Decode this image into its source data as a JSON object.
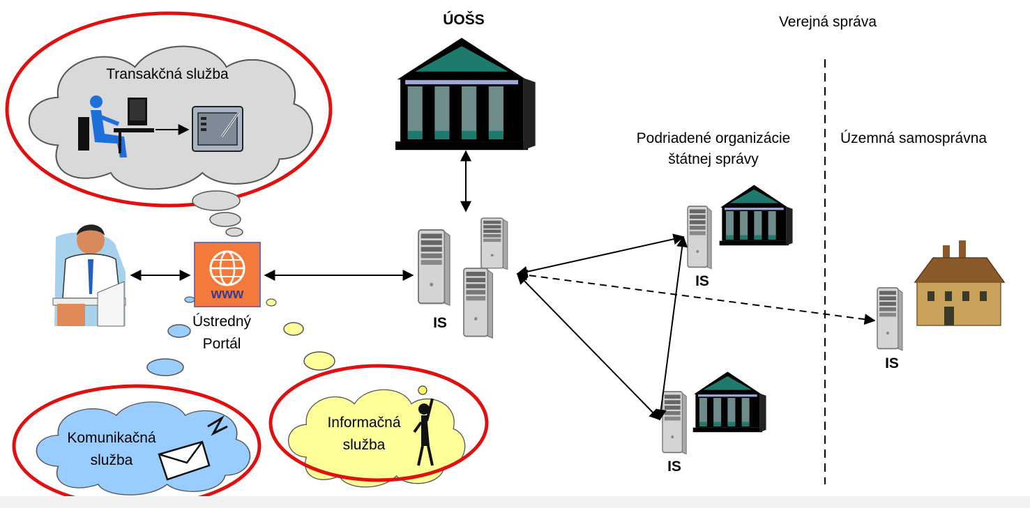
{
  "labels": {
    "uoss": "ÚOŠS",
    "public_admin": "Verejná správa",
    "subordinate_line1": "Podriadené organizácie",
    "subordinate_line2": "štátnej správy",
    "territorial": "Územná samosprávna",
    "portal_line1": "Ústredný",
    "portal_line2": "Portál",
    "www": "www",
    "is": "IS"
  },
  "services": {
    "transaction": "Transakčná služba",
    "communication_line1": "Komunikačná",
    "communication_line2": "služba",
    "information_line1": "Informačná",
    "information_line2": "služba"
  },
  "colors": {
    "highlight_ring": "#e01010",
    "transaction_cloud": "#d9d9d9",
    "communication_cloud": "#99ccff",
    "information_cloud": "#ffff99",
    "portal_tile": "#f47a3c",
    "building_roof": "#1f7a6e",
    "building_column": "#5e8a8a",
    "server_body": "#d8d8d8"
  }
}
